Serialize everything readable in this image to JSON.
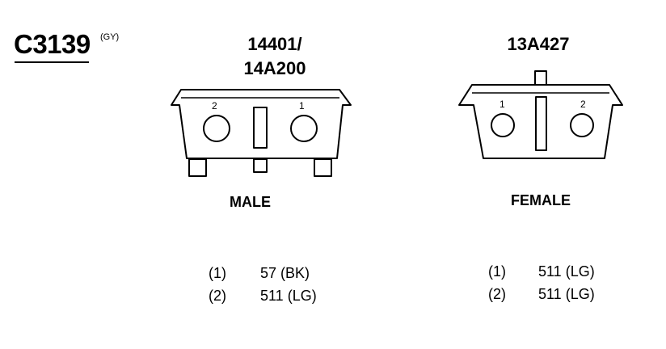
{
  "header": {
    "connector_id": "C3139",
    "connector_color": "(GY)"
  },
  "male": {
    "part_line1": "14401/",
    "part_line2": "14A200",
    "pin_label_left": "2",
    "pin_label_right": "1",
    "gender_label": "MALE",
    "pins": [
      {
        "num": "(1)",
        "circuit": "57 (BK)"
      },
      {
        "num": "(2)",
        "circuit": "511 (LG)"
      }
    ]
  },
  "female": {
    "part_line1": "13A427",
    "pin_label_left": "1",
    "pin_label_right": "2",
    "gender_label": "FEMALE",
    "pins": [
      {
        "num": "(1)",
        "circuit": "511 (LG)"
      },
      {
        "num": "(2)",
        "circuit": "511 (LG)"
      }
    ]
  }
}
